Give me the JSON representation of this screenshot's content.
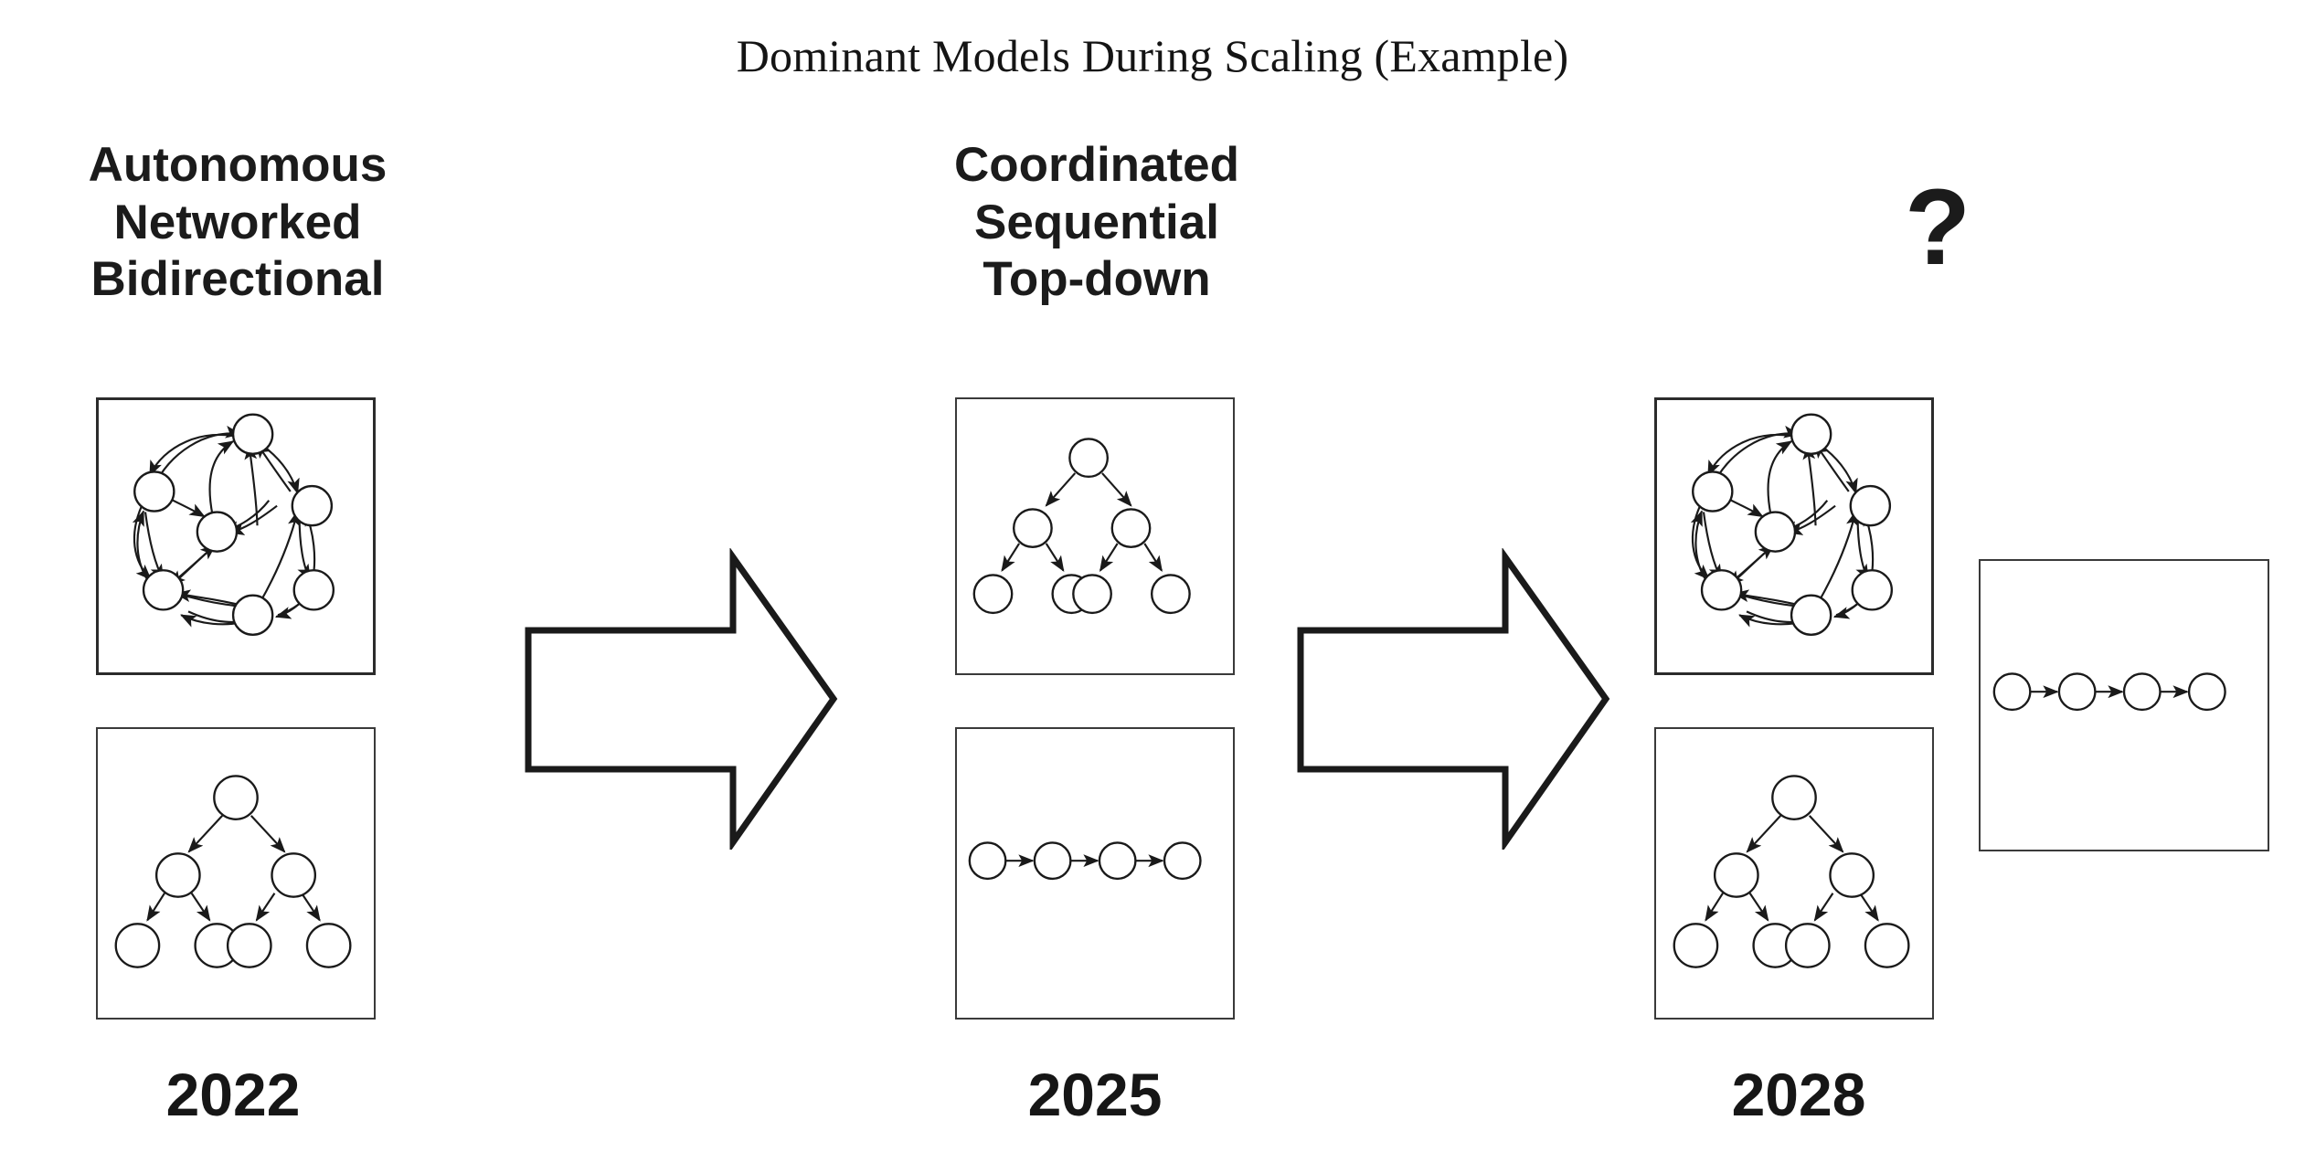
{
  "page": {
    "title": "Dominant Models During Scaling (Example)",
    "background_color": "#ffffff",
    "ink_color": "#1a1a1a"
  },
  "columns": [
    {
      "id": "col-2022",
      "year": "2022",
      "label_lines": [
        "Autonomous",
        "Networked",
        "Bidirectional"
      ],
      "panels": [
        {
          "id": "network-2022",
          "kind": "network-graph",
          "nodes": 7,
          "edge_style": "curved-directed"
        },
        {
          "id": "tree-2022",
          "kind": "binary-tree",
          "nodes": 7,
          "levels": 3,
          "edge_style": "straight-directed-downward"
        }
      ]
    },
    {
      "id": "col-2025",
      "year": "2025",
      "label_lines": [
        "Coordinated",
        "Sequential",
        "Top-down"
      ],
      "panels": [
        {
          "id": "tree-2025",
          "kind": "binary-tree",
          "nodes": 7,
          "levels": 3,
          "edge_style": "straight-directed-downward"
        },
        {
          "id": "chain-2025",
          "kind": "linear-chain",
          "nodes": 4,
          "edge_style": "straight-directed-rightward"
        }
      ]
    },
    {
      "id": "col-2028",
      "year": "2028",
      "label_lines": [
        "?"
      ],
      "panels": [
        {
          "id": "network-2028",
          "kind": "network-graph",
          "nodes": 7,
          "edge_style": "curved-directed"
        },
        {
          "id": "tree-2028",
          "kind": "binary-tree",
          "nodes": 7,
          "levels": 3,
          "edge_style": "straight-directed-downward"
        },
        {
          "id": "chain-2028",
          "kind": "linear-chain",
          "nodes": 4,
          "edge_style": "straight-directed-rightward"
        }
      ]
    }
  ],
  "transitions": [
    {
      "id": "arrow-2022-to-2025",
      "direction": "right",
      "style": "outline-block-arrow"
    },
    {
      "id": "arrow-2025-to-2028",
      "direction": "right",
      "style": "outline-block-arrow"
    }
  ],
  "chart_data": {
    "type": "diagram",
    "title": "Dominant Models During Scaling (Example)",
    "timeline": [
      "2022",
      "2025",
      "2028"
    ],
    "stages": [
      {
        "year": "2022",
        "descriptors": [
          "Autonomous",
          "Networked",
          "Bidirectional"
        ],
        "model_graphs": [
          "network-graph (7 nodes, dense bidirectional curved edges)",
          "binary-tree (7 nodes, 3 levels)"
        ]
      },
      {
        "year": "2025",
        "descriptors": [
          "Coordinated",
          "Sequential",
          "Top-down"
        ],
        "model_graphs": [
          "binary-tree (7 nodes, 3 levels)",
          "linear-chain (4 nodes)"
        ]
      },
      {
        "year": "2028",
        "descriptors": [
          "?"
        ],
        "model_graphs": [
          "network-graph (7 nodes, dense bidirectional curved edges)",
          "binary-tree (7 nodes, 3 levels)",
          "linear-chain (4 nodes)"
        ]
      }
    ]
  }
}
